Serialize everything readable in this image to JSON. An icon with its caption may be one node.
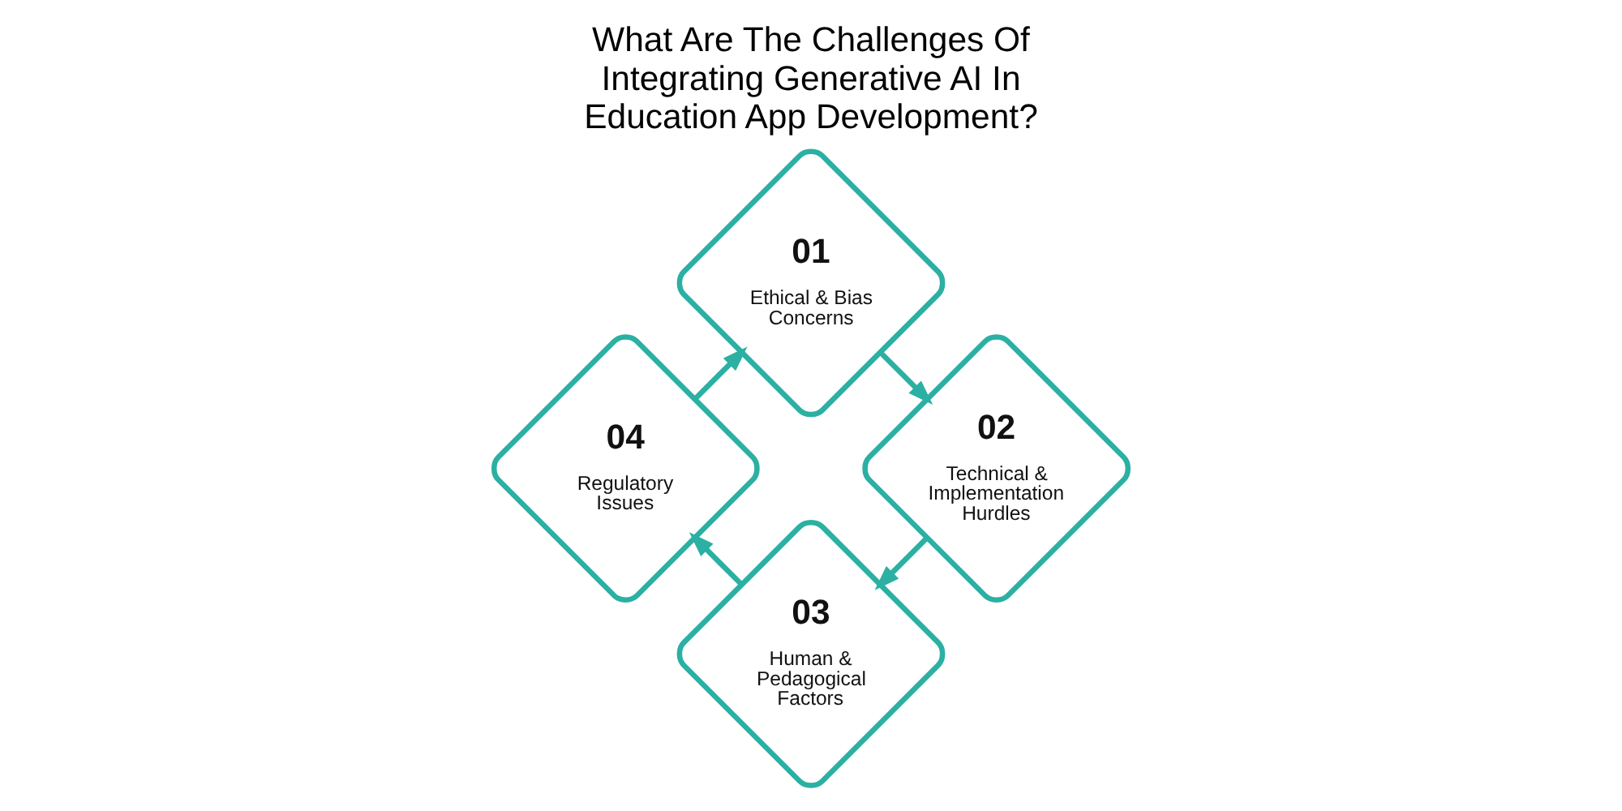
{
  "diagram": {
    "title": "What Are The Challenges Of Integrating Generative AI In Education App Development?",
    "nodes": [
      {
        "text": [
          "01",
          "Ethical & Bias Concerns"
        ]
      },
      {
        "text": [
          "02",
          "Technical & Implementation Hurdles"
        ]
      },
      {
        "text": [
          "03",
          "Human & Pedagogical Factors"
        ]
      },
      {
        "text": [
          "04",
          "Regulatory Issues"
        ]
      }
    ],
    "edges": [
      {
        "from": 0,
        "to": 1,
        "arrow": "to"
      },
      {
        "from": 1,
        "to": 2,
        "arrow": "to"
      },
      {
        "from": 2,
        "to": 3,
        "arrow": "to"
      },
      {
        "from": 3,
        "to": 0,
        "arrow": "to"
      }
    ]
  }
}
